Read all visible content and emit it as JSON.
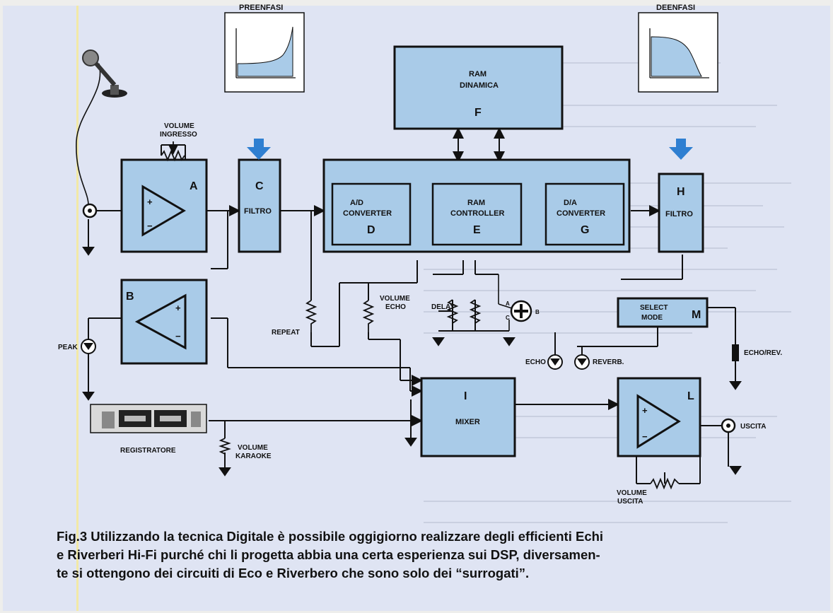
{
  "blocks": {
    "A": {
      "letter": "A"
    },
    "B": {
      "letter": "B"
    },
    "C": {
      "letter": "C",
      "label": "FILTRO"
    },
    "D": {
      "letter": "D",
      "label1": "A/D",
      "label2": "CONVERTER"
    },
    "E": {
      "letter": "E",
      "label1": "RAM",
      "label2": "CONTROLLER"
    },
    "G": {
      "letter": "G",
      "label1": "D/A",
      "label2": "CONVERTER"
    },
    "F": {
      "letter": "F",
      "label1": "RAM",
      "label2": "DINAMICA"
    },
    "H": {
      "letter": "H",
      "label": "FILTRO"
    },
    "I": {
      "letter": "I",
      "label": "MIXER"
    },
    "L": {
      "letter": "L"
    },
    "M": {
      "letter": "M",
      "label1": "SELECT",
      "label2": "MODE"
    }
  },
  "labels": {
    "preenfasi": "PREENFASI",
    "deenfasi": "DEENFASI",
    "volume_ingresso_1": "VOLUME",
    "volume_ingresso_2": "INGRESSO",
    "volume_echo_1": "VOLUME",
    "volume_echo_2": "ECHO",
    "repeat": "REPEAT",
    "delay": "DELAY",
    "peak": "PEAK",
    "echo": "ECHO",
    "reverb": "REVERB.",
    "echo_rev": "ECHO/REV.",
    "uscita": "USCITA",
    "volume_uscita_1": "VOLUME",
    "volume_uscita_2": "USCITA",
    "registratore": "REGISTRATORE",
    "volume_karaoke_1": "VOLUME",
    "volume_karaoke_2": "KARAOKE",
    "switch_a": "A",
    "switch_b": "B",
    "switch_c": "C",
    "plus": "+",
    "minus": "−"
  },
  "caption": {
    "line1": "Fig.3 Utilizzando la tecnica Digitale è possibile oggigiorno realizzare degli efficienti Echi",
    "line2": "e Riverberi Hi-Fi purché chi li progetta abbia una certa esperienza sui DSP, diversamen-",
    "line3": "te si ottengono dei circuiti di Eco e Riverbero che sono solo dei “surrogati”."
  },
  "colors": {
    "block_fill": "#a9cbe8",
    "block_stroke": "#1a1a1a",
    "arrow_blue": "#2f7fd1",
    "background": "#dfe4f3"
  }
}
